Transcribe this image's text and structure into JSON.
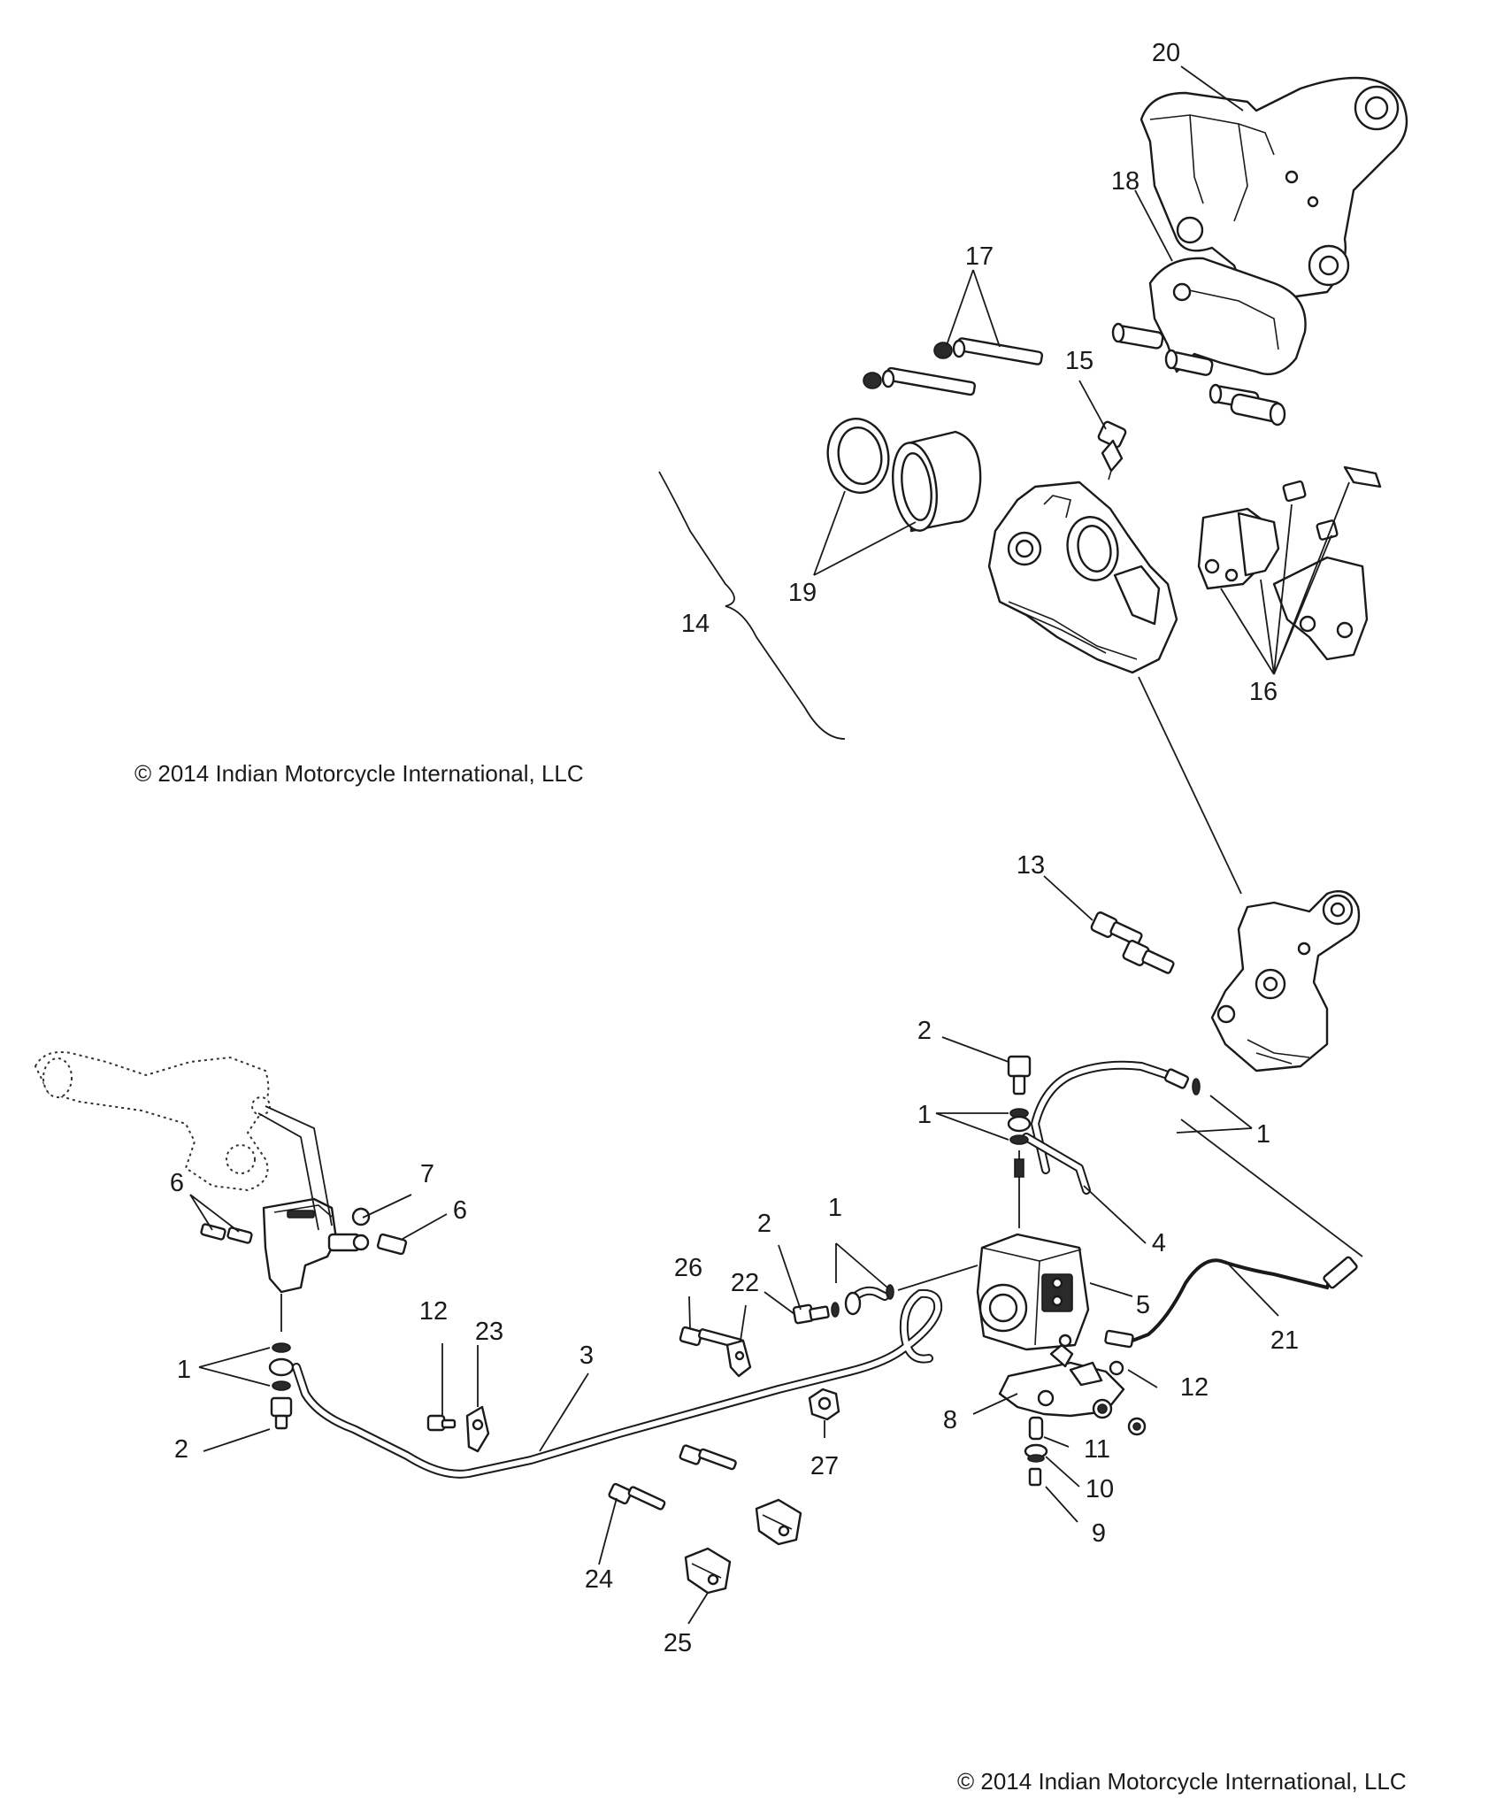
{
  "copyright": {
    "upper": "© 2014 Indian Motorcycle International, LLC",
    "lower": "© 2014 Indian Motorcycle International, LLC"
  },
  "callouts": [
    "20",
    "18",
    "17",
    "15",
    "19",
    "14",
    "16",
    "13",
    "2",
    "1",
    "1",
    "4",
    "7",
    "6",
    "6",
    "1",
    "2",
    "5",
    "21",
    "26",
    "22",
    "12",
    "23",
    "1",
    "2",
    "3",
    "8",
    "12",
    "11",
    "10",
    "27",
    "9",
    "24",
    "25"
  ]
}
